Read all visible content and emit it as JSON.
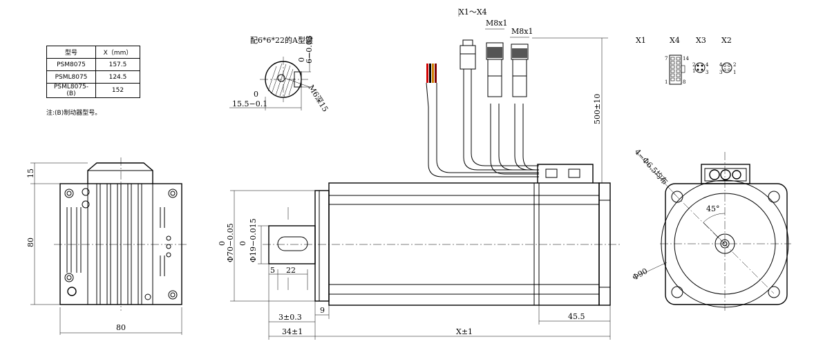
{
  "table": {
    "headers": [
      "型号",
      "X（mm）"
    ],
    "rows": [
      {
        "model": "PSM8075",
        "x": "157.5"
      },
      {
        "model": "PSML8075",
        "x": "124.5"
      },
      {
        "model": "PSML8075-(B)",
        "x": "152"
      }
    ]
  },
  "note": "注:(B)制动器型号。",
  "key_view": {
    "title": "配6*6*22的A型键",
    "tol_top": "0",
    "tol_bottom": "6−0.03",
    "thread": "M6深15",
    "dim_top": "0",
    "dim_bottom": "15.5−0.1"
  },
  "connectors": {
    "label_x1x4": "X1～X4",
    "m8_left": "M8x1",
    "m8_right": "M8x1",
    "names": [
      "X1",
      "X4",
      "X3",
      "X2"
    ],
    "x4_pins": [
      "7",
      "14",
      "1",
      "8"
    ],
    "x3_pins": [
      "2",
      "4",
      "1",
      "3"
    ],
    "x2_pins": [
      "4",
      "2",
      "3",
      "1"
    ]
  },
  "front_view": {
    "dim_top": "15",
    "dim_height": "80",
    "dim_width": "80"
  },
  "side_view": {
    "cable_length": "500±10",
    "phi70_top": "0",
    "phi70_bottom": "Φ70−0.05",
    "phi19_top": "0",
    "phi19_bottom": "Φ19−0.015",
    "key_offset": "5",
    "key_length": "22",
    "flange": "9",
    "shaft_step": "3±0.3",
    "shaft_len": "34±1",
    "rear": "45.5",
    "total": "X±1"
  },
  "end_view": {
    "holes": "4−Φ6.5均布",
    "angle": "45°",
    "pcd": "Φ90"
  }
}
